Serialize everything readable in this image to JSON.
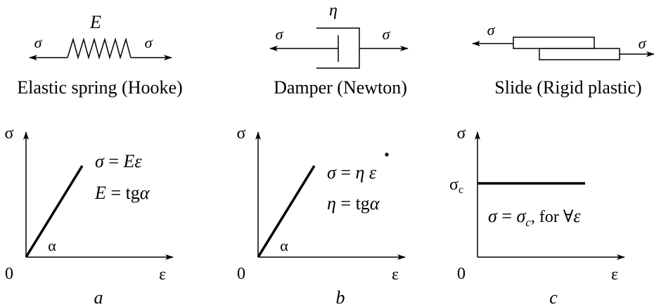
{
  "models": [
    {
      "caption": "Elastic spring (Hooke)",
      "param": "E",
      "stress_left": "σ",
      "stress_right": "σ"
    },
    {
      "caption": "Damper (Newton)",
      "param": "η",
      "stress_left": "σ",
      "stress_right": "σ"
    },
    {
      "caption": "Slide (Rigid plastic)",
      "stress_left": "σ",
      "stress_right": "σ"
    }
  ],
  "graphs": [
    {
      "panel_label": "a",
      "y_axis": "σ",
      "x_axis": "ε",
      "origin": "0",
      "angle_label": "α",
      "eq1": {
        "lhs": "σ",
        "rhs": "Eε"
      },
      "eq2": {
        "lhs": "E",
        "rhs_fn": "tg",
        "rhs_var": "α"
      }
    },
    {
      "panel_label": "b",
      "y_axis": "σ",
      "x_axis": "ε",
      "origin": "0",
      "angle_label": "α",
      "eq1": {
        "lhs": "σ",
        "rhs_a": "η",
        "rhs_b": "ε"
      },
      "eq2": {
        "lhs": "η",
        "rhs_fn": "tg",
        "rhs_var": "α"
      }
    },
    {
      "panel_label": "c",
      "y_axis": "σ",
      "x_axis": "ε",
      "origin": "0",
      "y_tick": {
        "base": "σ",
        "sub": "c"
      },
      "eq1": {
        "lhs": "σ",
        "rhs_base": "σ",
        "rhs_sub": "c",
        "tail": ",  for ∀",
        "tail_var": "ε"
      }
    }
  ]
}
